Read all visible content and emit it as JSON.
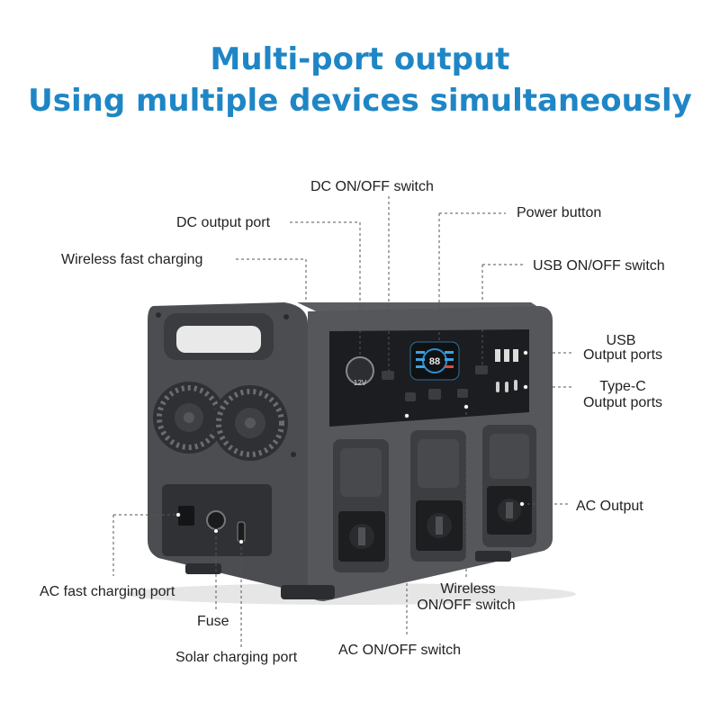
{
  "header": {
    "line1": "Multi-port output",
    "line2": "Using multiple devices simultaneously"
  },
  "labels": {
    "dc_switch": "DC ON/OFF switch",
    "dc_output": "DC output port",
    "power_button": "Power button",
    "wireless_charging": "Wireless fast charging",
    "usb_switch": "USB ON/OFF switch",
    "usb_ports_1": "USB",
    "usb_ports_2": "Output ports",
    "typec_1": "Type-C",
    "typec_2": "Output ports",
    "ac_output": "AC Output",
    "ac_fast": "AC fast charging port",
    "wireless_switch_1": "Wireless",
    "wireless_switch_2": "ON/OFF switch",
    "fuse": "Fuse",
    "solar": "Solar charging port",
    "ac_switch": "AC ON/OFF switch"
  },
  "device": {
    "dc_socket_text": "12V",
    "display_text": "88"
  },
  "colors": {
    "title": "#1f86c6",
    "body": "#4a4c50",
    "panel": "#1c1d20",
    "leader": "#555555"
  }
}
